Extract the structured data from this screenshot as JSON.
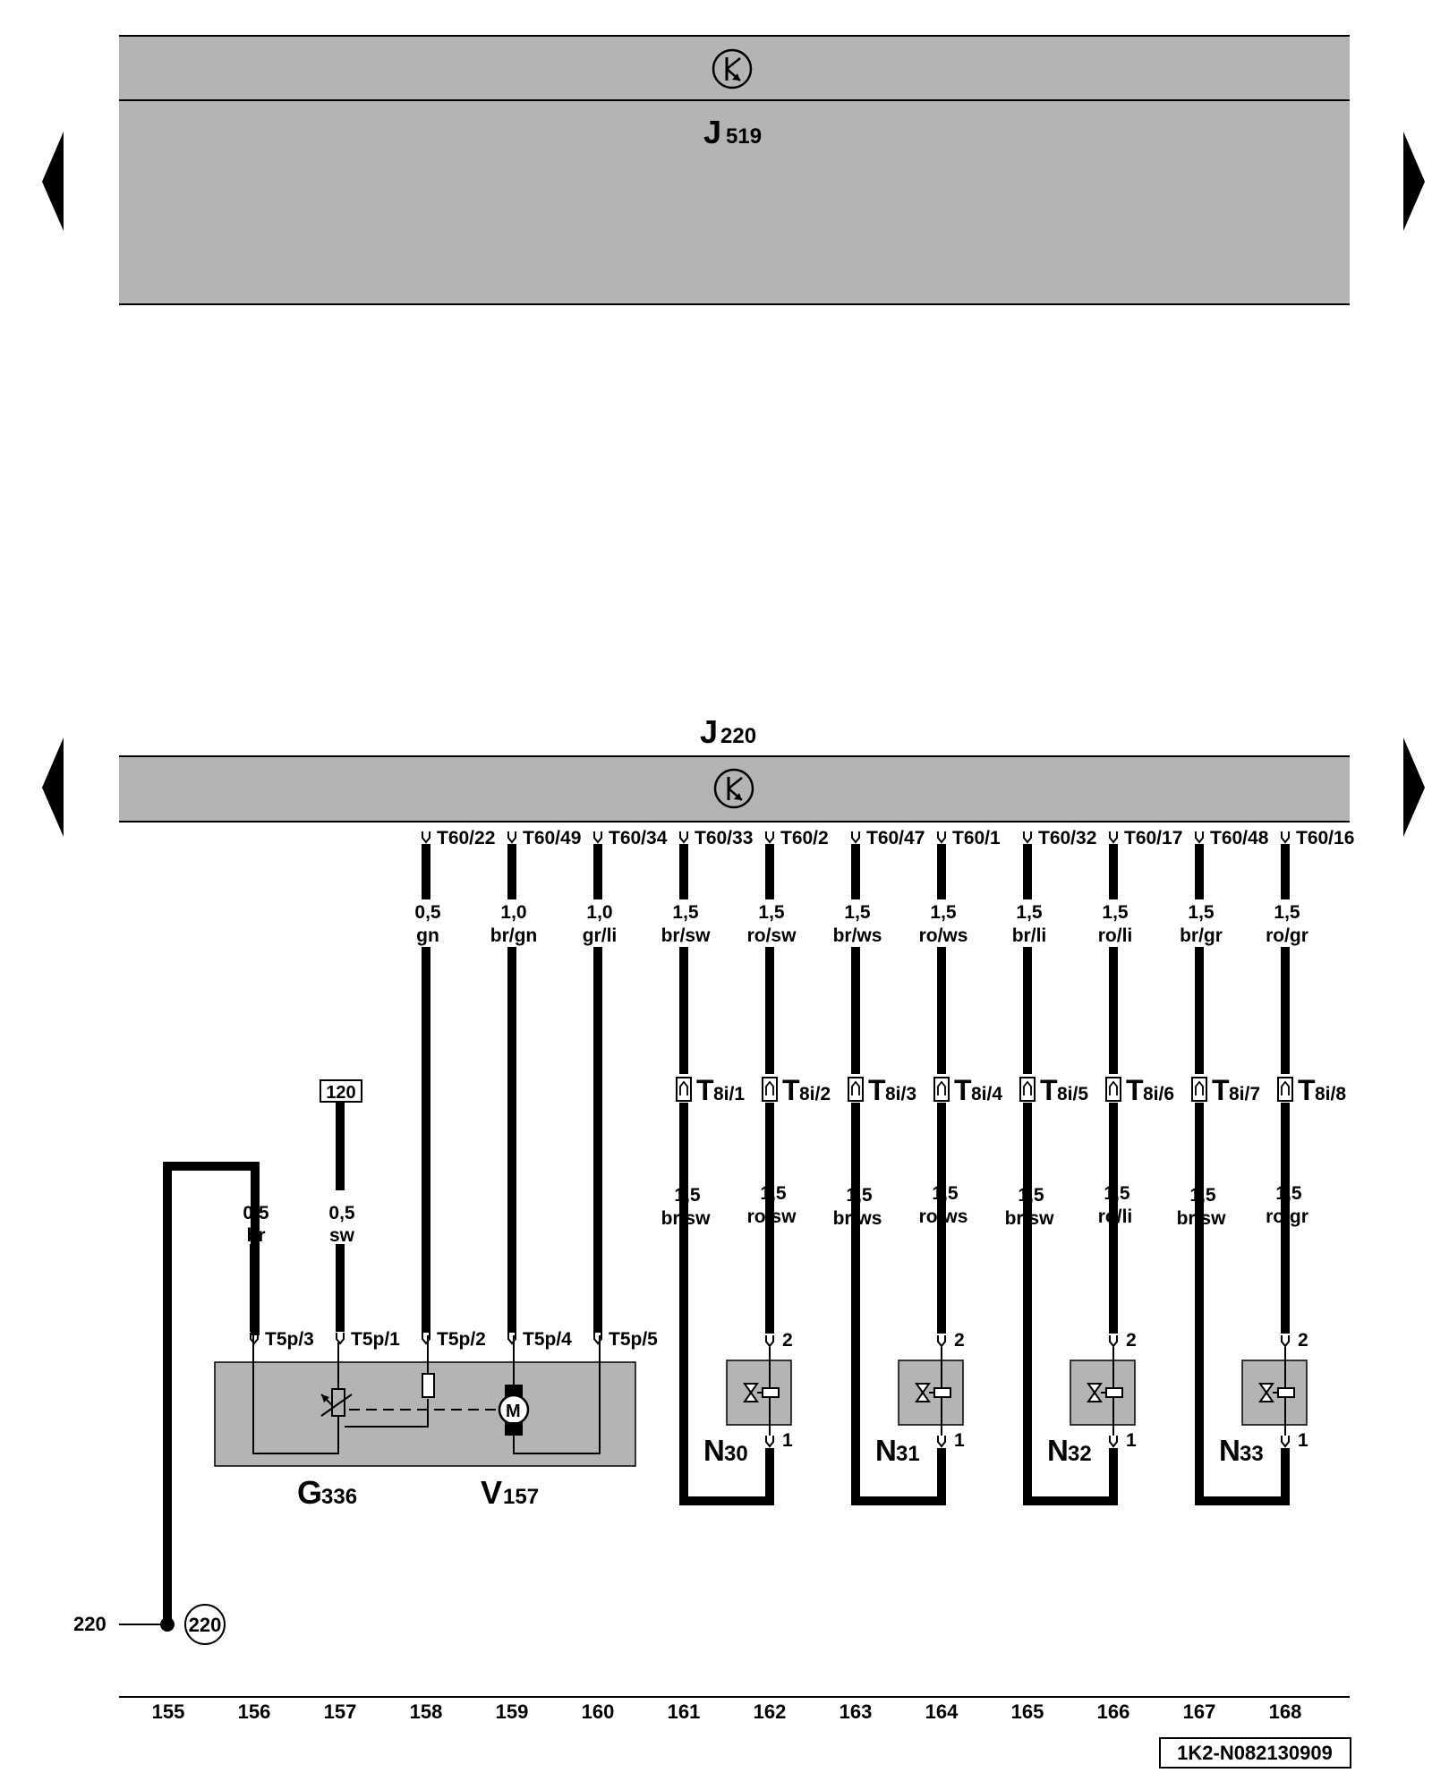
{
  "top_unit": {
    "name": "J",
    "sub": "519"
  },
  "bottom_unit": {
    "name": "J",
    "sub": "220"
  },
  "connectors": [
    {
      "pin": "T60/22",
      "size": "0,5",
      "color": "gn"
    },
    {
      "pin": "T60/49",
      "size": "1,0",
      "color": "br/gn"
    },
    {
      "pin": "T60/34",
      "size": "1,0",
      "color": "gr/li"
    },
    {
      "pin": "T60/33",
      "size": "1,5",
      "color": "br/sw"
    },
    {
      "pin": "T60/2",
      "size": "1,5",
      "color": "ro/sw"
    },
    {
      "pin": "T60/47",
      "size": "1,5",
      "color": "br/ws"
    },
    {
      "pin": "T60/1",
      "size": "1,5",
      "color": "ro/ws"
    },
    {
      "pin": "T60/32",
      "size": "1,5",
      "color": "br/li"
    },
    {
      "pin": "T60/17",
      "size": "1,5",
      "color": "ro/li"
    },
    {
      "pin": "T60/48",
      "size": "1,5",
      "color": "br/gr"
    },
    {
      "pin": "T60/16",
      "size": "1,5",
      "color": "ro/gr"
    }
  ],
  "t8": [
    {
      "main": "T",
      "sub": "8i/1",
      "size": "1,5",
      "color": "br/sw"
    },
    {
      "main": "T",
      "sub": "8i/2",
      "size": "1,5",
      "color": "ro/sw"
    },
    {
      "main": "T",
      "sub": "8i/3",
      "size": "1,5",
      "color": "br/ws"
    },
    {
      "main": "T",
      "sub": "8i/4",
      "size": "1,5",
      "color": "ro/ws"
    },
    {
      "main": "T",
      "sub": "8i/5",
      "size": "1,5",
      "color": "br/sw"
    },
    {
      "main": "T",
      "sub": "8i/6",
      "size": "1,5",
      "color": "ro/li"
    },
    {
      "main": "T",
      "sub": "8i/7",
      "size": "1,5",
      "color": "br/sw"
    },
    {
      "main": "T",
      "sub": "8i/8",
      "size": "1,5",
      "color": "ro/gr"
    }
  ],
  "g_wires": [
    {
      "size": "0,5",
      "color": "br"
    },
    {
      "size": "0,5",
      "color": "sw"
    }
  ],
  "t5": [
    "T5p/3",
    "T5p/1",
    "T5p/2",
    "T5p/4",
    "T5p/5"
  ],
  "ref_box": "120",
  "g336": {
    "name": "G",
    "sub": "336"
  },
  "v157": {
    "name": "V",
    "sub": "157"
  },
  "motor_letter": "M",
  "valves": [
    {
      "name": "N",
      "sub": "30"
    },
    {
      "name": "N",
      "sub": "31"
    },
    {
      "name": "N",
      "sub": "32"
    },
    {
      "name": "N",
      "sub": "33"
    }
  ],
  "valve_pin_top": "2",
  "valve_pin_bottom": "1",
  "ground": {
    "label": "220",
    "circle": "220"
  },
  "columns": [
    "155",
    "156",
    "157",
    "158",
    "159",
    "160",
    "161",
    "162",
    "163",
    "164",
    "165",
    "166",
    "167",
    "168"
  ],
  "doc_id": "1K2-N082130909",
  "colors": {
    "unit_fill": "#b4b4b4",
    "wire": "#000000"
  },
  "icons": {
    "unit_symbol": "transistor-icon",
    "nav_left": "triangle-left-icon",
    "nav_right": "triangle-right-icon"
  }
}
